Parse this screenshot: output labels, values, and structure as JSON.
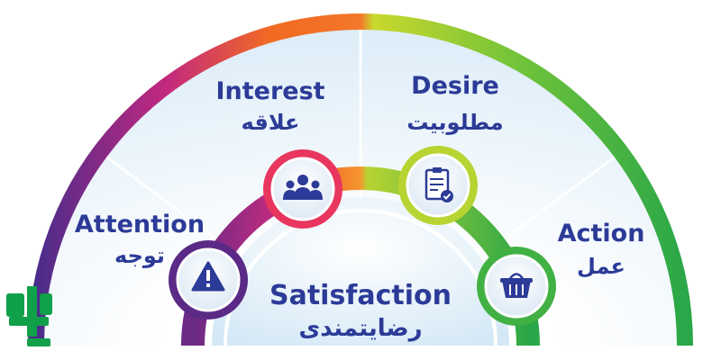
{
  "stages": [
    {
      "key": "attention",
      "title": "Attention",
      "subtitle": "توجه",
      "icon": "warning-icon",
      "color": "#2c3b97"
    },
    {
      "key": "interest",
      "title": "Interest",
      "subtitle": "علاقه",
      "icon": "people-icon",
      "color": "#2c3b97"
    },
    {
      "key": "desire",
      "title": "Desire",
      "subtitle": "مطلوبیت",
      "icon": "clipboard-check-icon",
      "color": "#2c3b97"
    },
    {
      "key": "action",
      "title": "Action",
      "subtitle": "عمل",
      "icon": "basket-icon",
      "color": "#2c3b97"
    }
  ],
  "center": {
    "title": "Satisfaction",
    "subtitle": "رضایتمندی",
    "color": "#2c3b97"
  },
  "logo": {
    "icon": "brand-logo-icon",
    "color": "#11a04a"
  },
  "colors": {
    "arc_start": "#4a2c8a",
    "arc_magenta": "#c2287f",
    "arc_orange": "#f26a22",
    "arc_yellow_green": "#c9d82d",
    "arc_green": "#2aa748",
    "panel": "#eaf4fb",
    "text": "#2c3b97"
  }
}
